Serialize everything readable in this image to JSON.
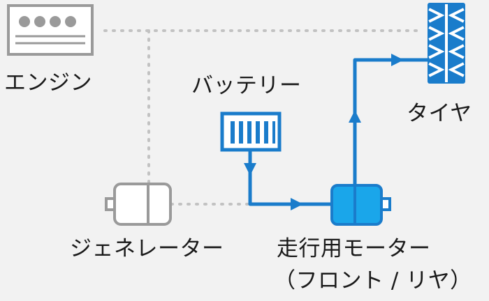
{
  "colors": {
    "background": "#f2f2f2",
    "text": "#1a1a1a",
    "active_blue": "#1a7ccb",
    "active_blue_fill": "#1aa6ea",
    "inactive_gray": "#9a9a9a",
    "inactive_fill": "#ffffff",
    "dotted_line": "#c2c2c2"
  },
  "components": {
    "engine": {
      "label": "エンジン",
      "icon": "engine-icon"
    },
    "battery": {
      "label": "バッテリー",
      "icon": "battery-icon"
    },
    "tire": {
      "label": "タイヤ",
      "icon": "tire-icon"
    },
    "generator": {
      "label": "ジェネレーター",
      "icon": "generator-icon"
    },
    "motor": {
      "label": "走行用モーター",
      "sublabel": "（フロント / リヤ）",
      "icon": "motor-icon"
    }
  }
}
